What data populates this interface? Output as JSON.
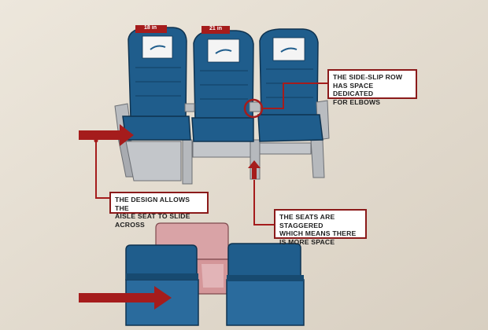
{
  "seat_widths": {
    "left": "18 in",
    "middle": "21 in"
  },
  "callouts": {
    "elbows": "THE SIDE-SLIP ROW\nHAS SPACE DEDICATED\nFOR ELBOWS",
    "slide": "THE DESIGN ALLOWS THE\nAISLE SEAT TO SLIDE ACROSS",
    "stagger": "THE SEATS ARE STAGGERED\nWHICH MEANS THERE\nIS MORE SPACE"
  },
  "colors": {
    "seat_blue": "#1f5d8c",
    "seat_dark": "#174a70",
    "accent_red": "#a51c1c",
    "middle_seat_pink": "#d9a3a6",
    "frame_grey": "#b9bcc0",
    "background": "#e6dfd3"
  },
  "icons": [
    "headrest-logo-icon",
    "arrow-right-icon",
    "arrow-up-icon",
    "width-arrow-icon"
  ]
}
